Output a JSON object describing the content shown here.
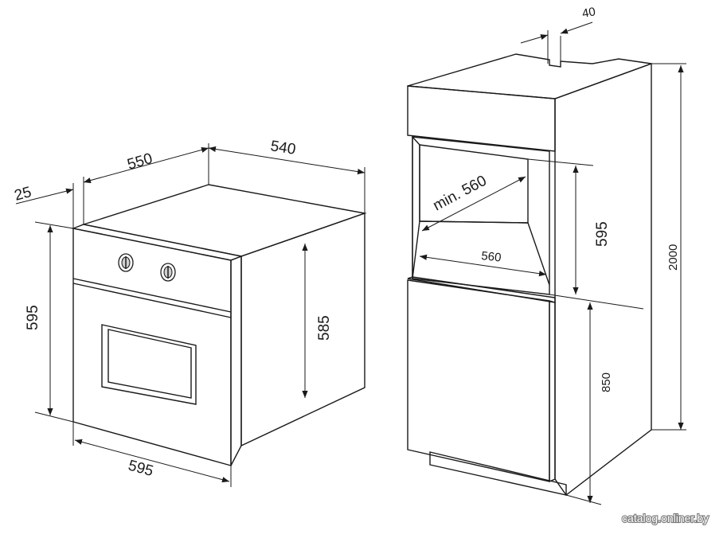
{
  "oven": {
    "dims": {
      "door_thickness": "25",
      "depth_total": "550",
      "depth_body": "540",
      "height_front": "595",
      "height_body": "585",
      "width_front": "595"
    }
  },
  "niche": {
    "dims": {
      "gap_top": "40",
      "depth_min": "min. 560",
      "width": "560",
      "height": "595",
      "total_height": "2000",
      "base_height": "850"
    }
  },
  "watermark": "catalog.onliner.by",
  "colors": {
    "panel_fill": "#e6e6e6",
    "niche_inner": "#d0d0d0",
    "line": "#1a1a1a"
  }
}
